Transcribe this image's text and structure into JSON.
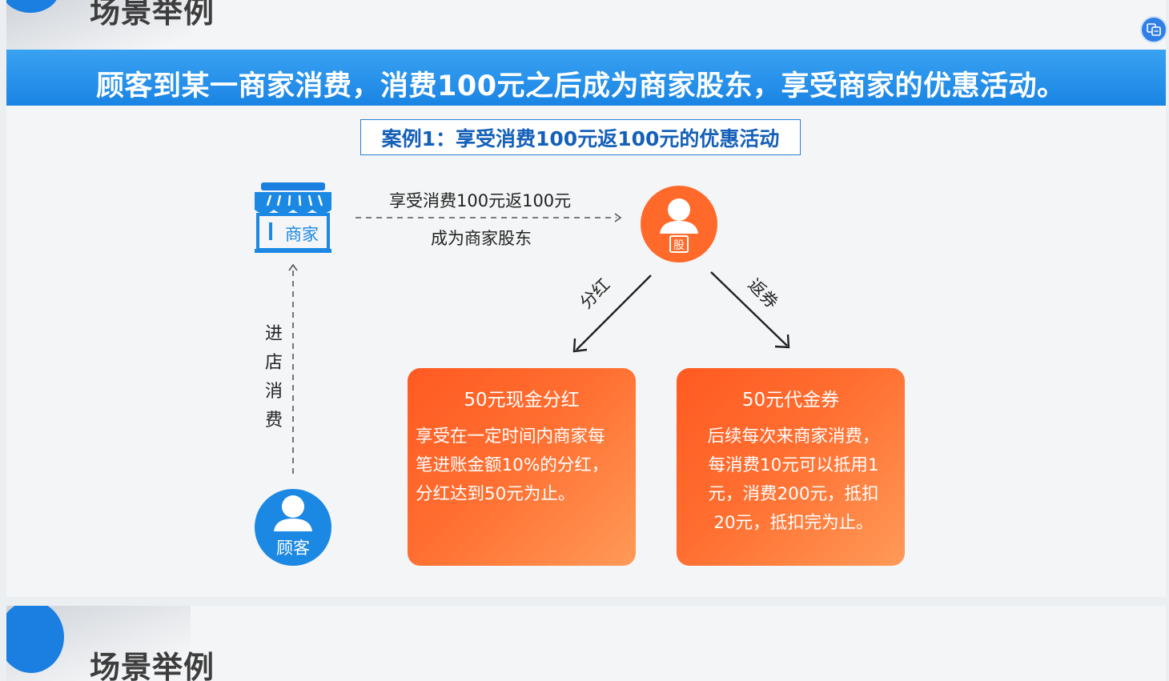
{
  "slide1": {
    "heading": "场景举例",
    "banner": "顾客到某一商家消费，消费100元之后成为商家股东，享受商家的优惠活动。",
    "case_title": "案例1：享受消费100元返100元的优惠活动",
    "merchant_label": "商家",
    "shareholder_label": "股",
    "customer_label": "顾客",
    "arrow_top_label": "享受消费100元返100元",
    "arrow_bottom_label": "成为商家股东",
    "vertical_label": [
      "进",
      "店",
      "消",
      "费"
    ],
    "branch_left_label": "分红",
    "branch_right_label": "返券",
    "card_left": {
      "title": "50元现金分红",
      "lines": [
        "享受在一定时间内商家每",
        "笔进账金额10%的分红，",
        "分红达到50元为止。"
      ]
    },
    "card_right": {
      "title": "50元代金券",
      "lines": [
        "后续每次来商家消费，",
        "每消费10元可以抵用1",
        "元，消费200元，抵扣",
        "20元，抵扣完为止。"
      ]
    }
  },
  "slide2": {
    "heading": "场景举例"
  },
  "colors": {
    "banner_blue": "#1a84e4",
    "case_blue": "#1560b8",
    "card_orange": "#ff6e30",
    "shareholder_orange": "#ff6a2a",
    "customer_blue": "#1b88e4"
  },
  "icons": {
    "merchant": "storefront-icon",
    "shareholder": "user-badge-icon",
    "customer": "user-icon",
    "corner": "translate-icon"
  }
}
